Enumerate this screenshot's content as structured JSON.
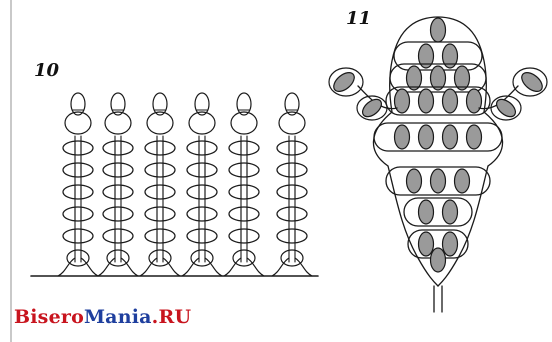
{
  "figures": [
    {
      "label": "10"
    },
    {
      "label": "11"
    }
  ],
  "watermark": {
    "part1": "Bisero",
    "part2": "Mania",
    "part3": ".RU"
  },
  "colors": {
    "bead_fill": "#9a9a9a",
    "line": "#1a1a1a",
    "watermark_red": "#c8141e",
    "watermark_blue": "#1f3f9e"
  }
}
